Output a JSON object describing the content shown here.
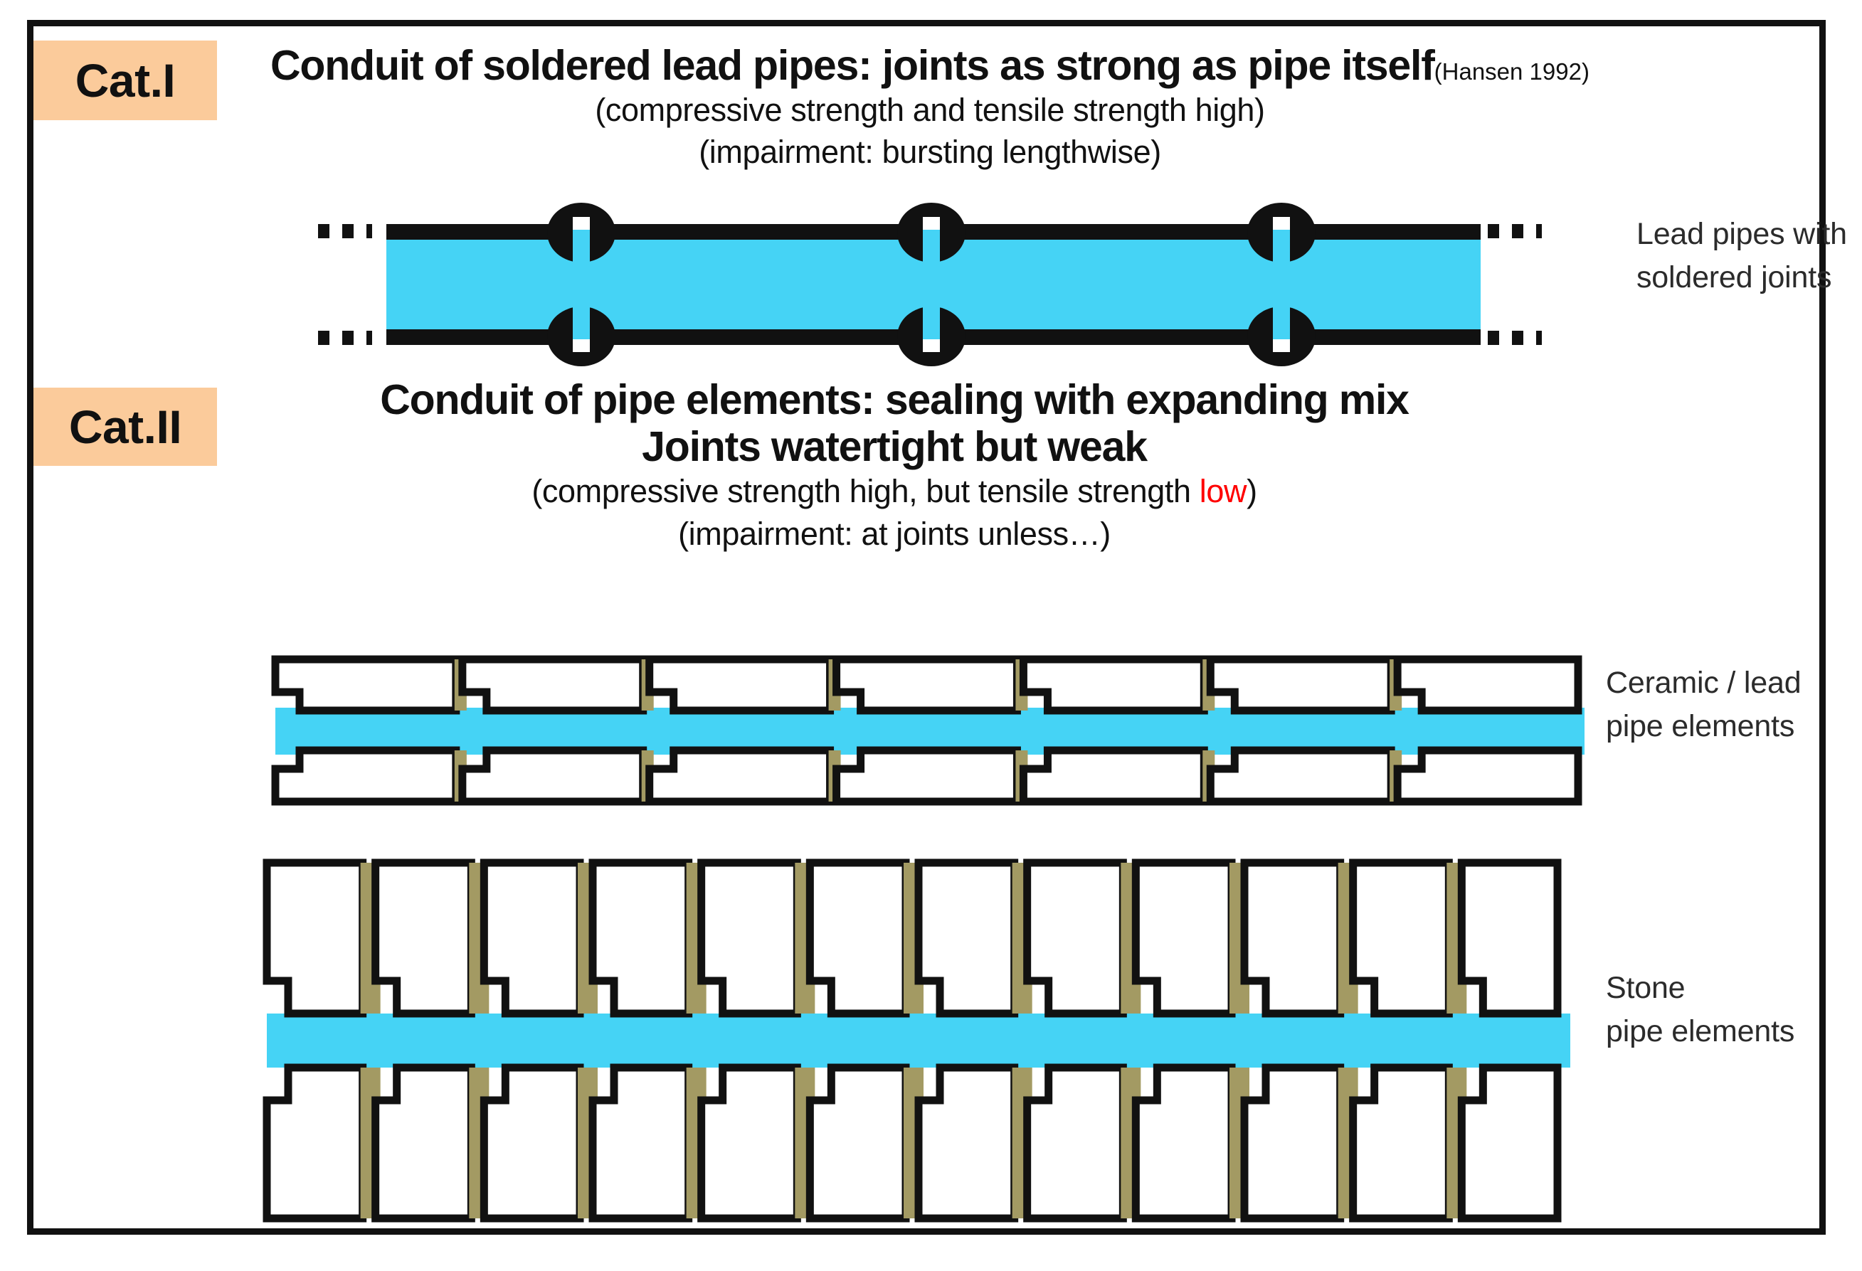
{
  "figure": {
    "border_color": "#111111",
    "background": "#ffffff"
  },
  "palette": {
    "badge_orange": "#FBCB9B",
    "water_cyan": "#45D3F5",
    "mortar_khaki": "#A39A63",
    "outline_black": "#111111",
    "accent_red": "#FF0000",
    "label_gray": "#2b2b2b"
  },
  "categories": [
    {
      "badge": "Cat.I",
      "title": "Conduit of soldered lead pipes: joints as strong as pipe itself",
      "citation": "(Hansen 1992)",
      "sub_lines": [
        "(compressive strength and tensile strength high)",
        "(impairment: bursting lengthwise)"
      ]
    },
    {
      "badge": "Cat.II",
      "title_lines": [
        "Conduit of pipe elements: sealing with expanding mix",
        "Joints watertight but weak"
      ],
      "sub_line_1_pre": "(compressive strength high, but tensile strength ",
      "sub_line_1_accent": "low",
      "sub_line_1_post": ")",
      "sub_line_2": "(impairment: at joints unless…)"
    }
  ],
  "diagrams": [
    {
      "name": "lead-pipe",
      "label_lines": [
        "Lead pipes with",
        "soldered joints"
      ],
      "joint_count": 3,
      "joint_type": "soldered-collar",
      "has_dashed_continuation": true,
      "fill": "#45D3F5"
    },
    {
      "name": "ceramic-lead-pipe",
      "label_lines": [
        "Ceramic / lead",
        "pipe elements"
      ],
      "element_count": 7,
      "joint_type": "socket-and-spigot",
      "mortar": "#A39A63",
      "fill": "#45D3F5"
    },
    {
      "name": "stone-pipe",
      "label_lines": [
        "Stone",
        "pipe elements"
      ],
      "element_count": 12,
      "joint_type": "stepped-block",
      "mortar": "#A39A63",
      "fill": "#45D3F5"
    }
  ]
}
